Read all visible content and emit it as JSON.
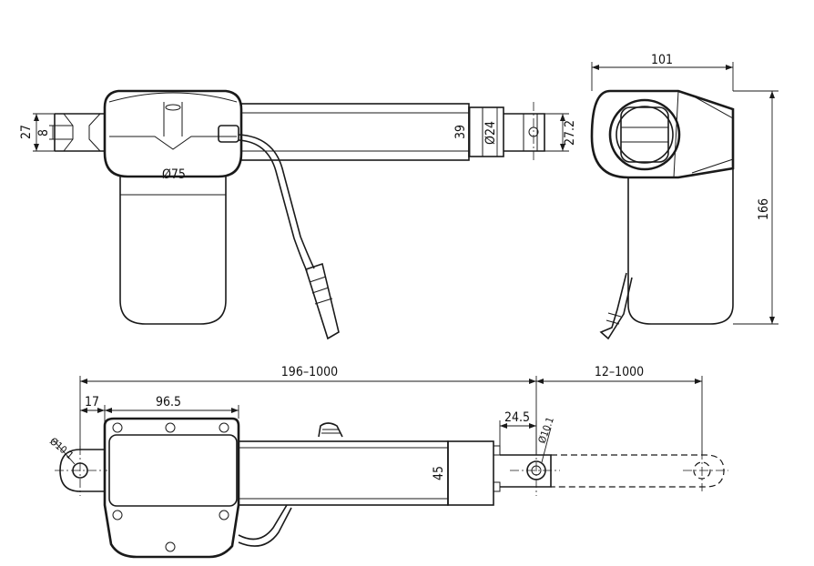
{
  "dimensions": {
    "top_rod_height": "27",
    "top_clevis_width": "8",
    "motor_diameter": "Ø75",
    "tube_height": "39",
    "rod_diameter": "Ø24",
    "clevis_tip_height": "27.2",
    "end_view_width": "101",
    "end_view_height": "166",
    "retracted_length": "196–1000",
    "stroke": "12–1000",
    "rear_offset": "17",
    "motor_length": "96.5",
    "rod_end_length": "24.5",
    "front_hole": "Ø10.1",
    "rear_hole": "Ø10.1",
    "tube_width": "45"
  },
  "colors": {
    "line": "#1a1a1a",
    "background": "#ffffff"
  }
}
